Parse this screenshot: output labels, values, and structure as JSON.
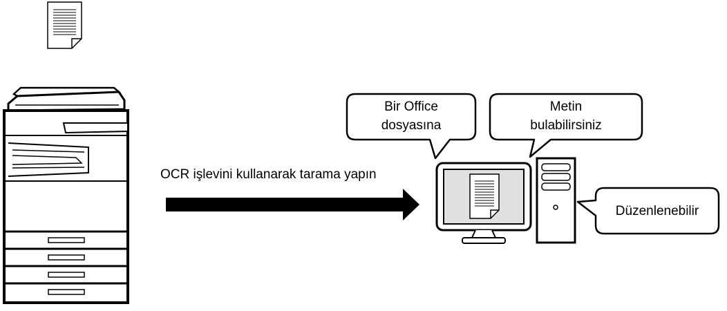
{
  "arrow_label": "OCR işlevini kullanarak tarama yapın",
  "bubbles": {
    "office": {
      "line1": "Bir Office",
      "line2": "dosyasına"
    },
    "search": {
      "line1": "Metin",
      "line2": "bulabilirsiniz"
    },
    "editable": {
      "text": "Düzenlenebilir"
    }
  },
  "icons": {
    "source_document": "document-icon",
    "copier": "multifunction-printer-icon",
    "arrow": "right-arrow-icon",
    "monitor": "monitor-icon",
    "screen_document": "document-icon",
    "tower": "computer-tower-icon"
  },
  "colors": {
    "stroke": "#000000",
    "screen_fill": "#e0e0e0",
    "body_fill": "#ffffff"
  }
}
